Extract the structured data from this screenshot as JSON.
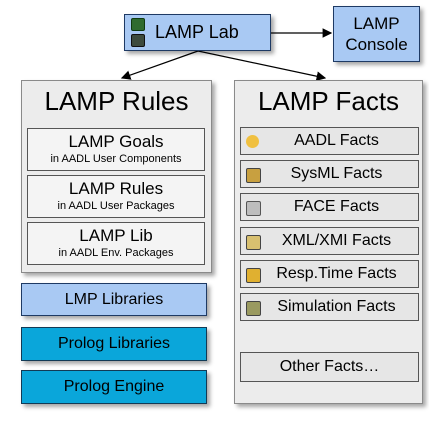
{
  "colors": {
    "light_blue": "#a9c9f3",
    "dark_blue": "#0aa6da",
    "panel_gray": "#ececec"
  },
  "top": {
    "lab": "LAMP Lab",
    "console_line1": "LAMP",
    "console_line2": "Console"
  },
  "rules_panel": {
    "title": "LAMP Rules",
    "items": [
      {
        "title": "LAMP Goals",
        "subtitle": "in AADL User Components"
      },
      {
        "title": "LAMP Rules",
        "subtitle": "in AADL User Packages"
      },
      {
        "title": "LAMP Lib",
        "subtitle": "in AADL Env. Packages"
      }
    ]
  },
  "stack": {
    "lmp_libraries": "LMP Libraries",
    "prolog_libraries": "Prolog Libraries",
    "prolog_engine": "Prolog Engine"
  },
  "facts_panel": {
    "title": "LAMP Facts",
    "items": [
      {
        "label": "AADL Facts",
        "icon": "aadl-icon"
      },
      {
        "label": "SysML Facts",
        "icon": "sysml-icon"
      },
      {
        "label": "FACE Facts",
        "icon": "face-icon"
      },
      {
        "label": "XML/XMI Facts",
        "icon": "xml-icon"
      },
      {
        "label": "Resp.Time Facts",
        "icon": "resp-time-icon"
      },
      {
        "label": "Simulation Facts",
        "icon": "simulation-icon"
      }
    ],
    "other": "Other Facts…"
  }
}
